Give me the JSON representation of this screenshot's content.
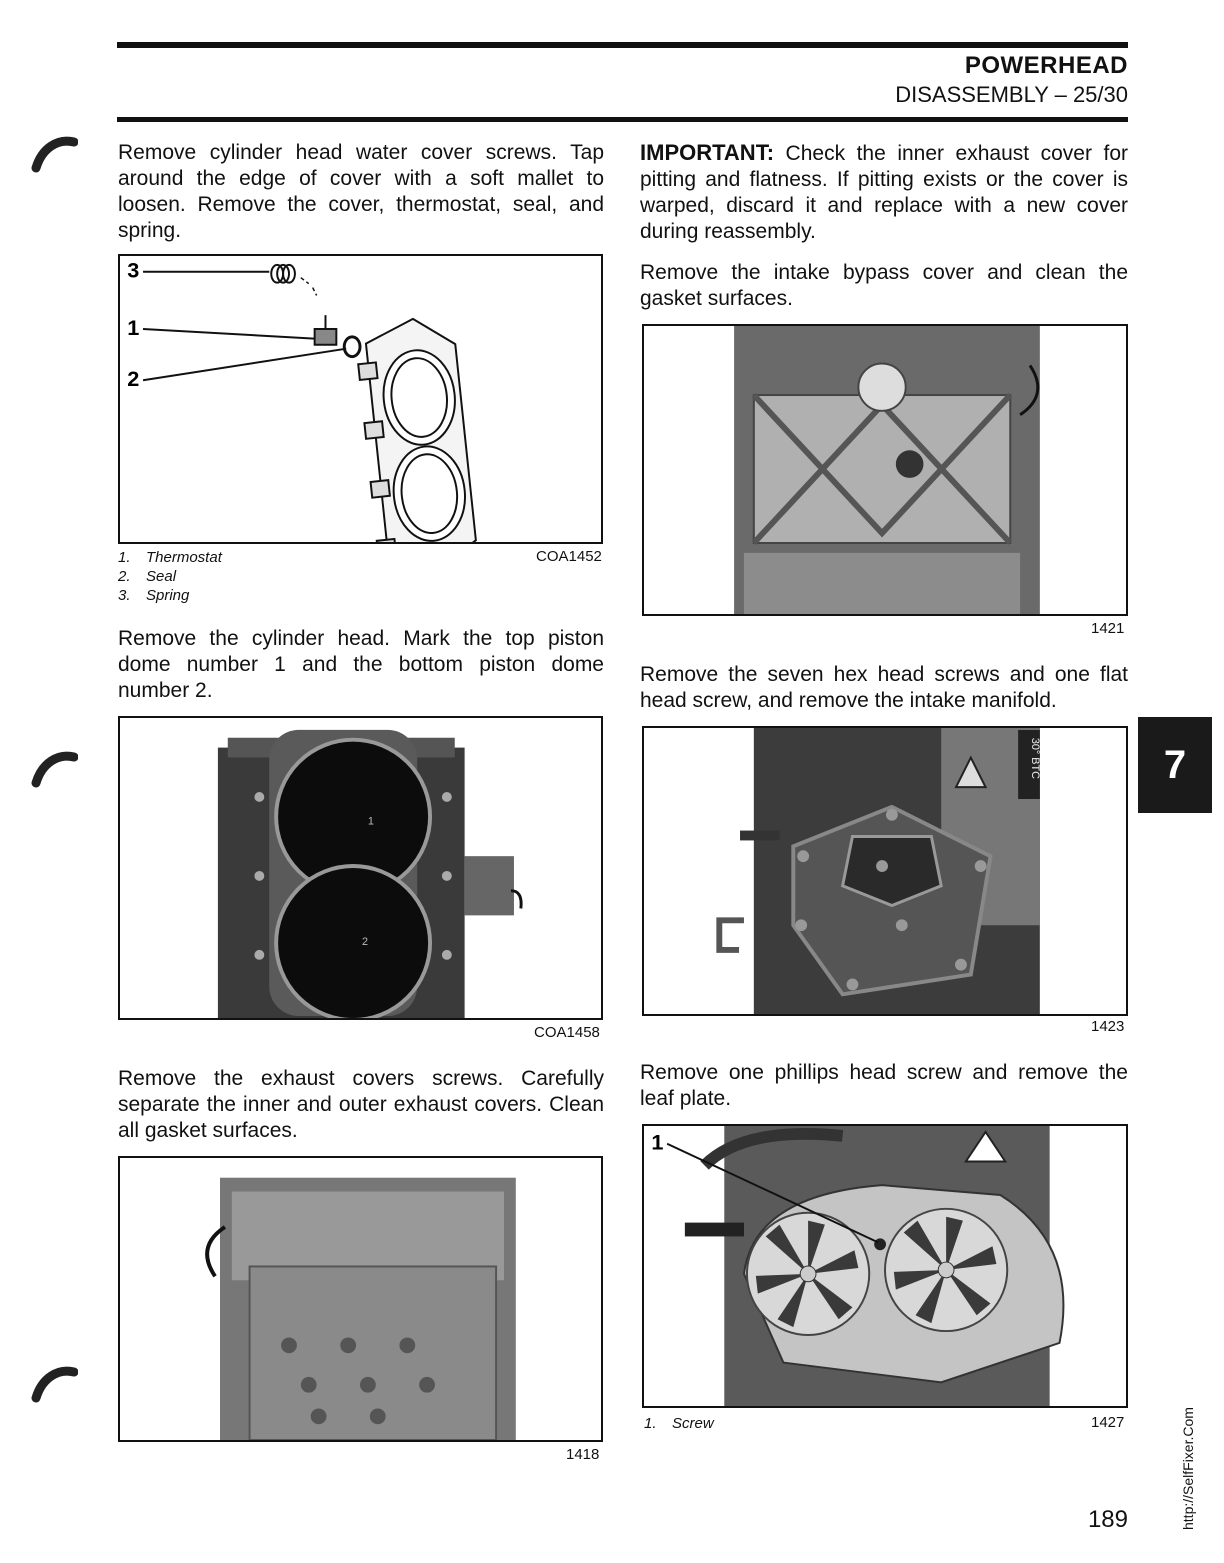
{
  "header": {
    "title": "POWERHEAD",
    "subtitle": "DISASSEMBLY – 25/30"
  },
  "left": {
    "p1": "Remove cylinder head water cover screws. Tap around the edge of cover with a soft mallet to loosen. Remove the cover, thermostat, seal, and spring.",
    "fig1": {
      "code": "COA1452",
      "callouts": [
        "3",
        "1",
        "2"
      ],
      "legend": [
        {
          "num": "1.",
          "label": "Thermostat"
        },
        {
          "num": "2.",
          "label": "Seal"
        },
        {
          "num": "3.",
          "label": "Spring"
        }
      ]
    },
    "p2": "Remove the cylinder head. Mark the top piston dome number 1 and the bottom piston dome number 2.",
    "fig2": {
      "code": "COA1458",
      "dome_top": "1",
      "dome_bottom": "2"
    },
    "p3": "Remove the exhaust covers screws. Carefully separate the inner and outer exhaust covers. Clean all gasket surfaces.",
    "fig3": {
      "code": "1418"
    }
  },
  "right": {
    "p1_lead": "IMPORTANT:",
    "p1_rest": " Check the inner exhaust cover for pitting and flatness. If pitting exists or the cover is warped, discard it and replace with a new cover during reassembly.",
    "p2": "Remove the intake bypass cover and clean the gasket surfaces.",
    "fig4": {
      "code": "1421"
    },
    "p3": "Remove the seven hex head screws and one flat head screw, and remove the intake manifold.",
    "fig5": {
      "code": "1423",
      "decal": "30° BTC"
    },
    "p4": "Remove one phillips head screw and remove the leaf plate.",
    "fig6": {
      "code": "1427",
      "callout": "1",
      "legend": [
        {
          "num": "1.",
          "label": "Screw"
        }
      ]
    }
  },
  "tab_number": "7",
  "page_number": "189",
  "side_url": "http://SelfFixer.Com"
}
